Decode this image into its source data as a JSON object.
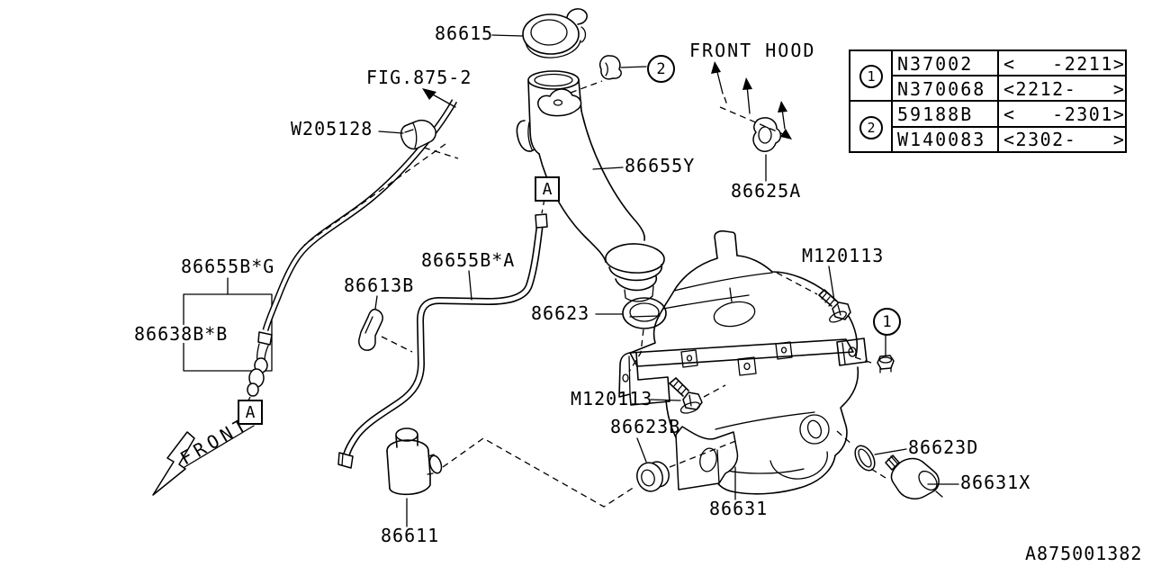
{
  "title_block": {
    "diagram_id": "A875001382"
  },
  "annotations": {
    "figure_ref": "FIG.875-2",
    "front": "FRONT",
    "front_hood": "FRONT HOOD",
    "connector_a": "A"
  },
  "callouts": {
    "one": "1",
    "two": "2"
  },
  "parts": {
    "cap": "86615",
    "clip_w205128": "W205128",
    "filler_hose": "86655Y",
    "hood_clip": "86625A",
    "hose_g": "86655B*G",
    "hose_a": "86655B*A",
    "joint": "86613B",
    "nozzle_assembly": "86638B*B",
    "packing": "86623",
    "bolt": "M120113",
    "packing_b": "86623B",
    "washer_pump": "86611",
    "tank_lower": "86631",
    "packing_d": "86623D",
    "washer_motor": "86631X"
  },
  "table": {
    "refs": [
      "1",
      "2"
    ],
    "rows": [
      {
        "part": "N37002",
        "range": "<   -2211>"
      },
      {
        "part": "N370068",
        "range": "<2212-   >"
      },
      {
        "part": "59188B",
        "range": "<   -2301>"
      },
      {
        "part": "W140083",
        "range": "<2302-   >"
      }
    ]
  }
}
